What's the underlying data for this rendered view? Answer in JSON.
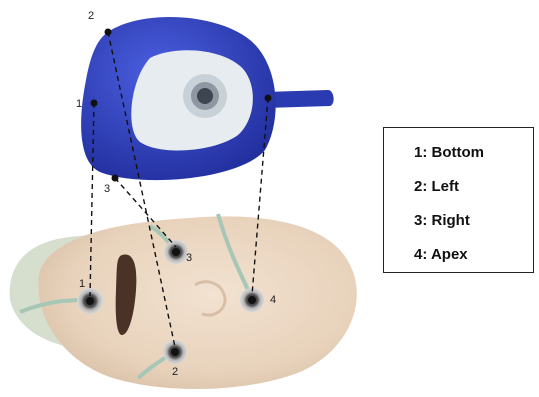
{
  "legend": {
    "items": [
      {
        "label": "1: Bottom"
      },
      {
        "label": "2: Left"
      },
      {
        "label": "3: Right"
      },
      {
        "label": "4: Apex"
      }
    ]
  },
  "mask_markers": {
    "bottom": "1",
    "left": "2",
    "right": "3"
  },
  "face_markers": {
    "bottom": "1",
    "left": "2",
    "right": "3",
    "apex": "4"
  },
  "colors": {
    "mask_blue": "#2f3fb8",
    "mask_cushion": "#e7ecf0",
    "skin": "#ebd6c0",
    "electrode": "#3a3a3a",
    "wire": "#a7c7b6"
  }
}
